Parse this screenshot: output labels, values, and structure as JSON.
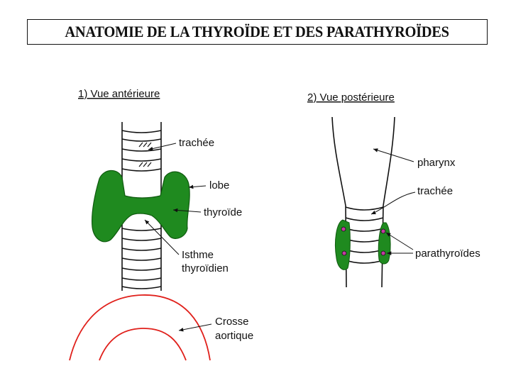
{
  "title": "ANATOMIE DE LA THYROÏDE ET DES PARATHYROÏDES",
  "anterior": {
    "heading": "1) Vue antérieure",
    "labels": {
      "trachea": "trachée",
      "lobe": "lobe",
      "thyroid": "thyroïde",
      "isthmus_line1": "Isthme",
      "isthmus_line2": "thyroïdien",
      "aortic_line1": "Crosse",
      "aortic_line2": "aortique"
    }
  },
  "posterior": {
    "heading": "2) Vue postérieure",
    "labels": {
      "pharynx": "pharynx",
      "trachea": "trachée",
      "parathyroids": "parathyroïdes"
    }
  },
  "colors": {
    "gland": "#1f8a1f",
    "aorta": "#e0201b",
    "ink": "#111111",
    "parathyroid_dot": "#c23aa0"
  }
}
